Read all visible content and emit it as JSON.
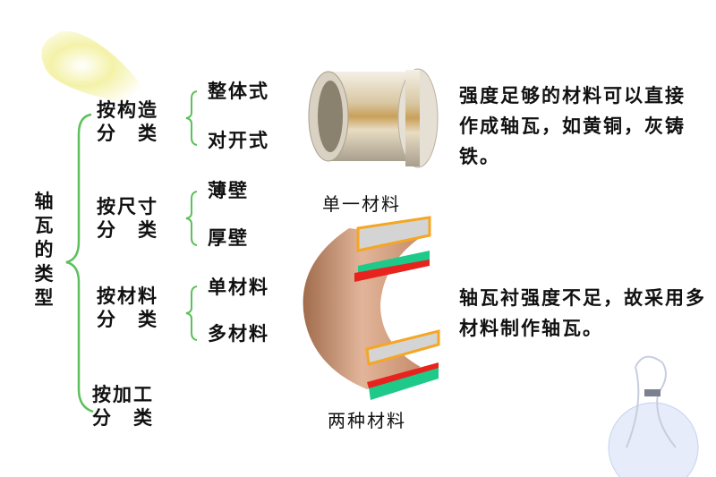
{
  "title": "轴瓦的类型",
  "root": {
    "label": "轴瓦的类型",
    "chars": [
      "轴",
      "瓦",
      "的",
      "类",
      "型"
    ]
  },
  "categories": [
    {
      "line1": "按构造",
      "line2": "分　类",
      "subtypes": [
        "整体式",
        "对开式"
      ]
    },
    {
      "line1": "按尺寸",
      "line2": "分　类",
      "subtypes": [
        "薄壁",
        "厚壁"
      ]
    },
    {
      "line1": "按材料",
      "line2": "分　类",
      "subtypes": [
        "单材料",
        "多材料"
      ]
    },
    {
      "line1": "按加工",
      "line2": "分　类",
      "subtypes": []
    }
  ],
  "images": {
    "single_material": {
      "caption": "单一材料",
      "icon": "solid-bushing-illustration"
    },
    "dual_material": {
      "caption": "两种材料",
      "icon": "layered-bearing-shell-illustration"
    }
  },
  "notes": {
    "single": "强度足够的材料可以直接作成轴瓦，如黄铜，灰铸铁。",
    "multi": "轴瓦衬强度不足，故采用多材料制作轴瓦。"
  },
  "colors": {
    "bracket": "#5cc05c",
    "layer_orange": "#f5a623",
    "layer_green": "#1ec98a",
    "layer_red": "#e8231e",
    "layer_gray": "#d4d4d4",
    "bronze": "#c8926a",
    "glow": "#f2f0a0"
  }
}
